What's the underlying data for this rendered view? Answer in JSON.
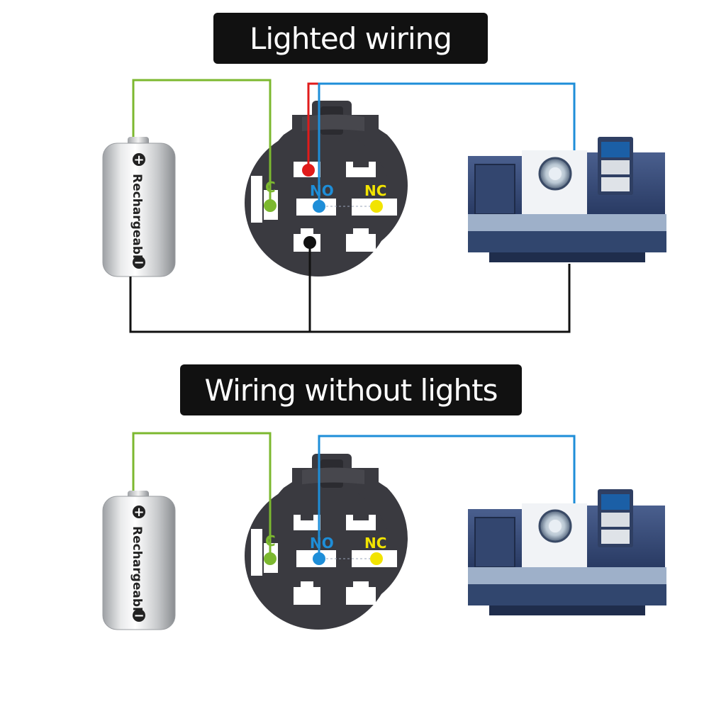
{
  "sections": [
    {
      "title": "Lighted wiring",
      "battery_label": "Rechargeable",
      "battery_plus": "+",
      "battery_minus": "−",
      "pins": {
        "common": "C",
        "no": "NO",
        "nc": "NC"
      },
      "lighted": true
    },
    {
      "title": "Wiring without lights",
      "battery_label": "Rechargeable",
      "battery_plus": "+",
      "battery_minus": "−",
      "pins": {
        "common": "C",
        "no": "NO",
        "nc": "NC"
      },
      "lighted": false
    }
  ],
  "colors": {
    "wire_common": "#7cb82f",
    "wire_no": "#1e8ed8",
    "wire_led_pos": "#e01b1b",
    "wire_ground": "#111111",
    "pin_no": "#1e8ed8",
    "pin_nc": "#f2e400",
    "pin_common": "#7cb82f",
    "switch_body": "#3b3b40",
    "machine_body": "#2b3e6b"
  }
}
